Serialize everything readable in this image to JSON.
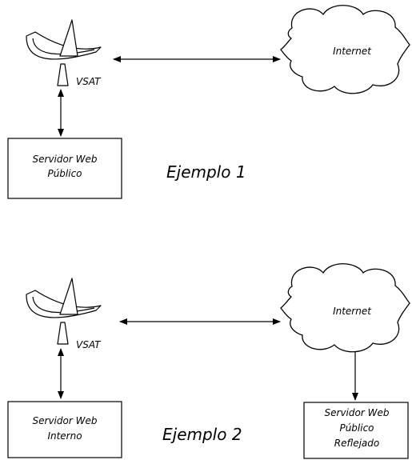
{
  "colors": {
    "stroke": "#000000",
    "background": "#ffffff"
  },
  "example1": {
    "title": "Ejemplo 1",
    "vsat_label": "VSAT",
    "cloud_label": "Internet",
    "server_box": {
      "lines": [
        "Servidor Web",
        "Público"
      ]
    }
  },
  "example2": {
    "title": "Ejemplo 2",
    "vsat_label": "VSAT",
    "cloud_label": "Internet",
    "internal_server_box": {
      "lines": [
        "Servidor Web",
        "Interno"
      ]
    },
    "mirror_server_box": {
      "lines": [
        "Servidor Web",
        "Público",
        "Reflejado"
      ]
    }
  }
}
